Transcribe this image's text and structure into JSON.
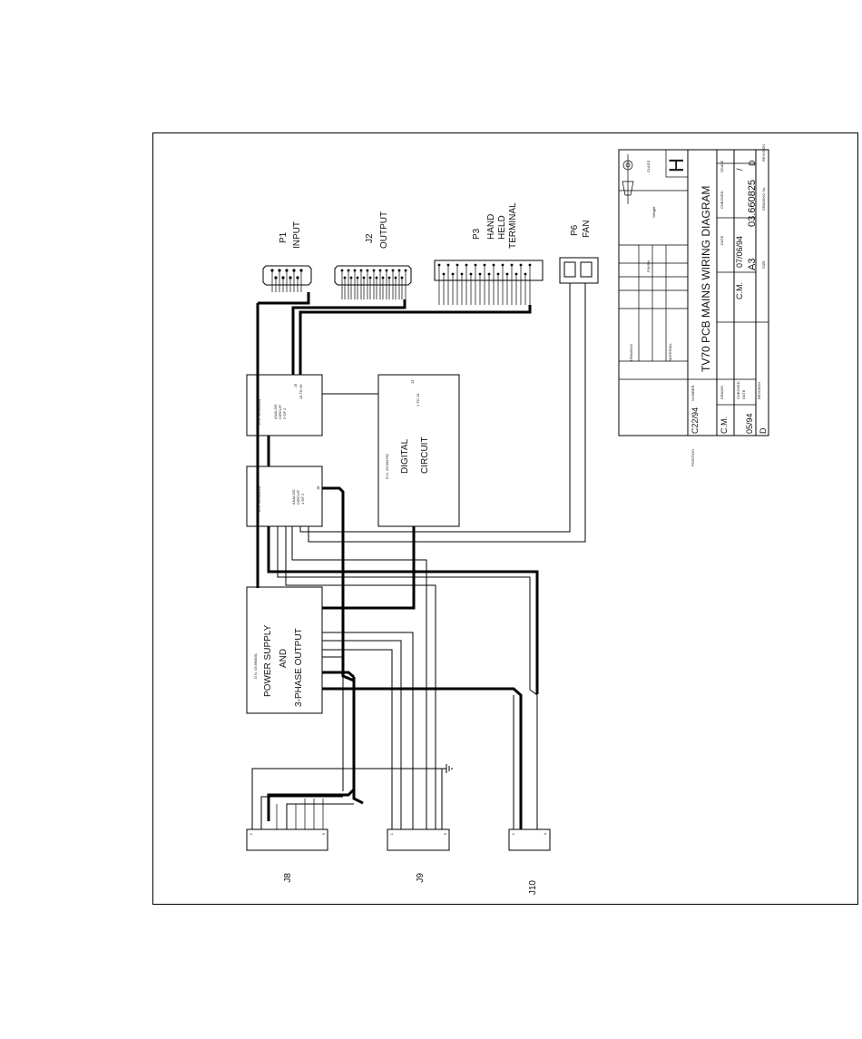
{
  "connectors": {
    "p1": {
      "id": "P1",
      "name": "INPUT"
    },
    "j2": {
      "id": "J2",
      "name": "OUTPUT"
    },
    "p3": {
      "id": "P3",
      "line1": "HAND",
      "line2": "HELD",
      "line3": "TERMINAL"
    },
    "p6": {
      "id": "P6",
      "name": "FAN"
    },
    "j8": {
      "id": "J8",
      "pin_first": "1",
      "pin_last": "9"
    },
    "j9": {
      "id": "J9",
      "pin_first": "1",
      "pin_last": "9"
    },
    "j10": {
      "id": "J10",
      "pin_first": "1",
      "pin_last": "4"
    }
  },
  "blocks": {
    "analog_a": {
      "ref": "D.N. 03.660524",
      "line1": "ANALOG",
      "line2": "CIRCUIT",
      "line3": "2 OF 2",
      "jack": "J3",
      "jack_range": "14 TO 26"
    },
    "analog_b": {
      "ref": "D.N. 03.660524",
      "line1": "ANALOG",
      "line2": "CIRCUIT",
      "line3": "1 OF 2",
      "jack": "J8"
    },
    "digital": {
      "ref": "D.N. 03.660762",
      "line1": "DIGITAL",
      "line2": "CIRCUIT",
      "jack": "J3",
      "jack_range": "1 TO 13"
    },
    "power": {
      "ref": "D.N. 03.660831",
      "line1": "POWER SUPPLY",
      "line2": "AND",
      "line3": "3-PHASE OUTPUT"
    }
  },
  "title_block": {
    "title": "TV70 PCB MAINS WIRING DIAGRAM",
    "number_label": "NUMBER",
    "number": "C22/94",
    "position_label": "POSITION",
    "drawn_label": "DRAWN",
    "drawn_by": "C.M.",
    "checked_label": "CHECKED",
    "date_label": "DATE",
    "date_short": "05/94",
    "revision_label": "REVISION",
    "revision": "D",
    "drawn_by_2": "C.M.",
    "date_label_2": "DATE",
    "date": "07/06/94",
    "size_label": "SIZE",
    "size": "A3",
    "drawing_no": "03.660825",
    "drawing_no_label": "DRAWING No.",
    "scale_label": "SCALE",
    "scale": "/",
    "rev_letter": "D",
    "rev_label": "REVISION",
    "class_letter": "H",
    "class_label": "CLASS",
    "weight_label": "Weight",
    "finish_label": "FINISH",
    "material_label": "MATERIAL",
    "drawing_label": "DRAWING",
    "checked_label_2": "CHECKED"
  },
  "colors": {
    "ink": "#000000",
    "paper": "#ffffff"
  }
}
